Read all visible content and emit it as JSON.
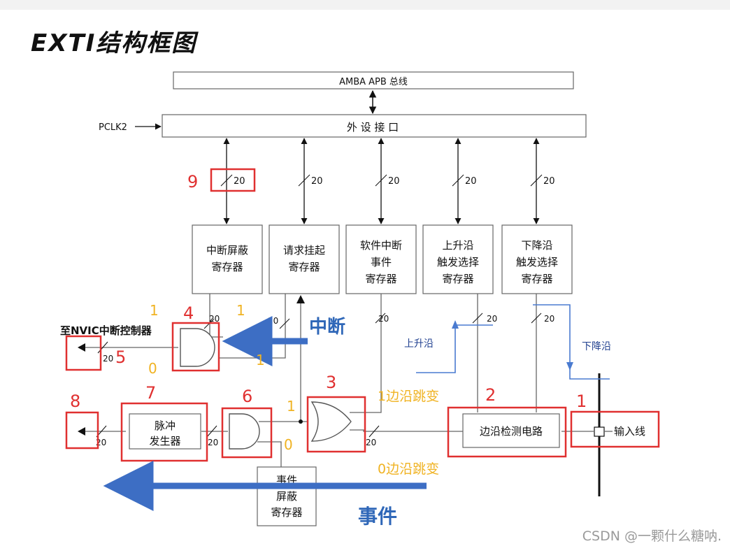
{
  "title": "EXTI结构框图",
  "watermark": "CSDN @一颗什么糖呐.",
  "bus": {
    "amba": "AMBA APB 总线",
    "periph_iface": "外 设 接 口",
    "pclk": "PCLK2"
  },
  "registers": {
    "int_mask": [
      "中断屏蔽",
      "寄存器"
    ],
    "pending": [
      "请求挂起",
      "寄存器"
    ],
    "sw_int_event": [
      "软件中断",
      "事件",
      "寄存器"
    ],
    "rising_sel": [
      "上升沿",
      "触发选择",
      "寄存器"
    ],
    "falling_sel": [
      "下降沿",
      "触发选择",
      "寄存器"
    ],
    "event_mask": [
      "事件",
      "屏蔽",
      "寄存器"
    ]
  },
  "blocks": {
    "edge_detect": "边沿检测电路",
    "pulse_gen": [
      "脉冲",
      "发生器"
    ],
    "input_line": "输入线",
    "nvic": "至NVIC中断控制器"
  },
  "bus_width": "20",
  "markers": [
    "1",
    "2",
    "3",
    "4",
    "5",
    "6",
    "7",
    "8",
    "9"
  ],
  "annotations": {
    "interrupt": "中断",
    "event": "事件",
    "rising_edge": "上升沿",
    "falling_edge": "下降沿",
    "edge_1": "1边沿跳变",
    "edge_0": "0边沿跳变",
    "bits": {
      "and4_in1": "1",
      "and4_in2": "1",
      "and4_in3": "1",
      "and4_out": "0",
      "or3_out": "1",
      "and6_in": "0"
    }
  },
  "colors": {
    "marker": "#e03030",
    "arrow": "#3d6ec4",
    "annotation_yellow": "#f0b323",
    "annotation_blue": "#1f3f8f",
    "line": "#555555"
  }
}
